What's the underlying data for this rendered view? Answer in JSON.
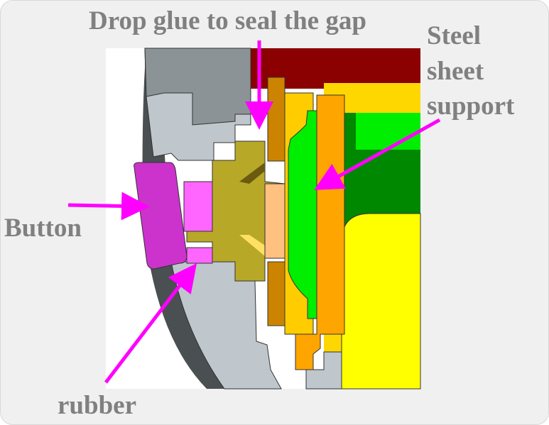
{
  "labels": {
    "glue": "Drop glue to seal the gap",
    "steel_line1": "Steel",
    "steel_line2": "sheet",
    "steel_line3": "support",
    "button": "Button",
    "rubber": "rubber"
  },
  "colors": {
    "background": "#f0f0f0",
    "label_text": "#808080",
    "arrow": "#ff00ff",
    "housing_gray": "#bfc6cc",
    "dark_ring": "#4a4f52",
    "button_magenta": "#cc33cc",
    "rubber_pink": "#ff66ff",
    "olive_part": "#b8a828",
    "orange_part": "#ffaa00",
    "steel_support": "#ffa500",
    "green_part": "#00ee00",
    "dark_green": "#008800",
    "yellow": "#ffff00",
    "gold": "#ffd700",
    "dark_red": "#8b0000"
  }
}
